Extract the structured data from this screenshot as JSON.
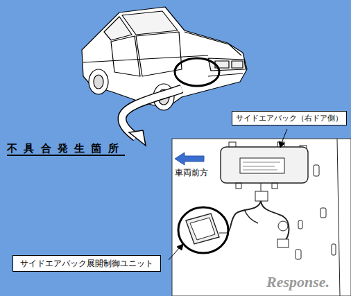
{
  "diagram": {
    "nodes": [
      {
        "text": [
          "サイドエアバック（右ドア側）"
        ]
      },
      {
        "text": [
          "サイドエアバック展開制御ユニット"
        ]
      }
    ],
    "labels": [
      "不具合発生箇所",
      "車両前方",
      "Response."
    ]
  }
}
